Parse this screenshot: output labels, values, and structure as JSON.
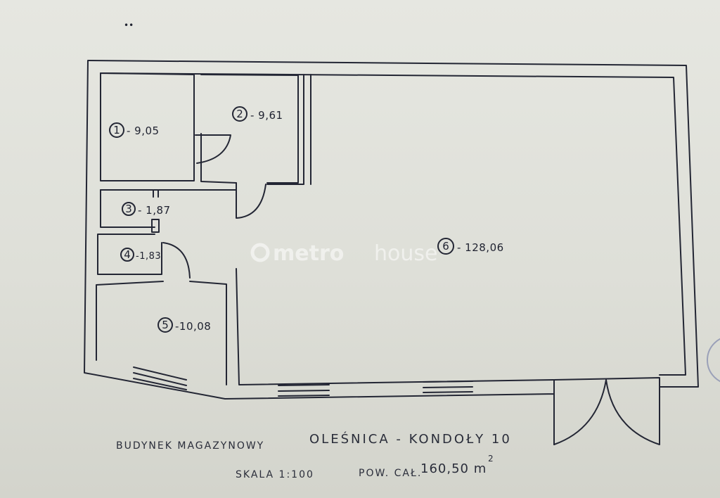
{
  "watermark": {
    "part1": "metro",
    "part2": "house"
  },
  "rooms": [
    {
      "number": "1",
      "area": "- 9,05"
    },
    {
      "number": "2",
      "area": "- 9,61"
    },
    {
      "number": "3",
      "area": "- 1,87"
    },
    {
      "number": "4",
      "area": "-1,83"
    },
    {
      "number": "5",
      "area": "-10,08"
    },
    {
      "number": "6",
      "area": "- 128,06"
    }
  ],
  "caption": {
    "building": "BUDYNEK MAGAZYNOWY",
    "location": "OLEŚNICA - KONDOŁY 10",
    "scale": "SKALA 1:100",
    "total_area_label": "POW. CAŁ.",
    "total_area_value": "160,50 m",
    "unit_exponent": "2"
  }
}
